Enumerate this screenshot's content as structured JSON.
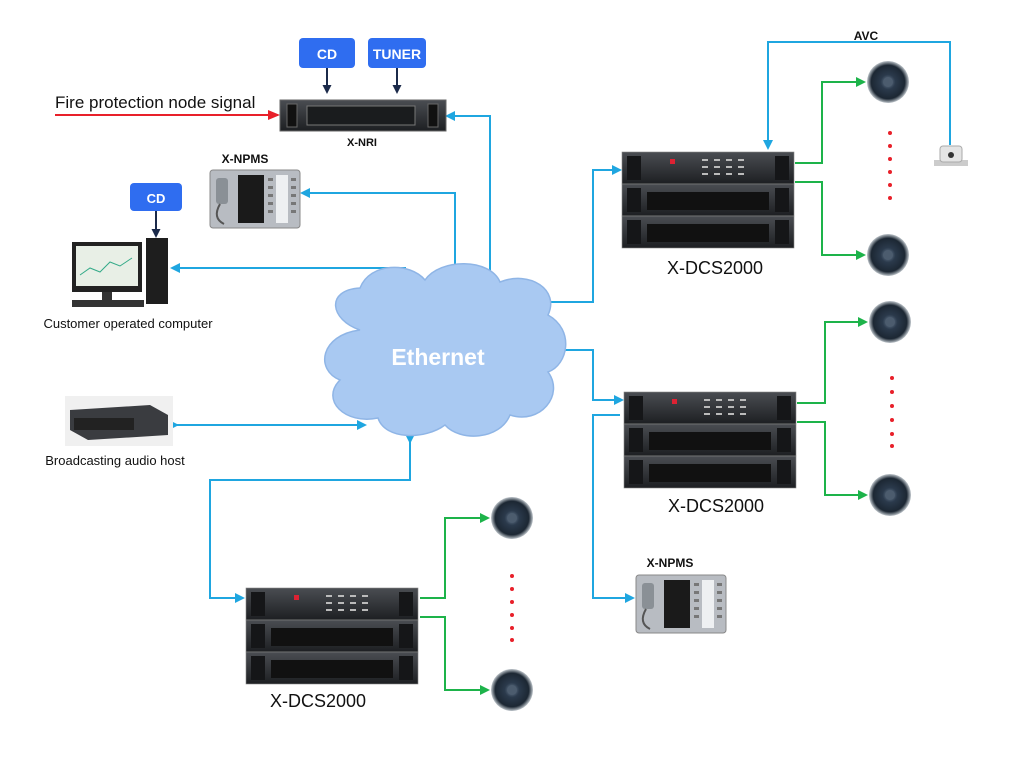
{
  "sources": {
    "cd_top": "CD",
    "tuner": "TUNER",
    "cd_left": "CD"
  },
  "fire_signal": "Fire protection node signal",
  "nri_label": "X-NRI",
  "npms_top_label": "X-NPMS",
  "npms_bottom_label": "X-NPMS",
  "computer_label": "Customer operated computer",
  "audio_host_label": "Broadcasting audio host",
  "cloud_label": "Ethernet",
  "avc_label": "AVC",
  "dcs": {
    "top": "X-DCS2000",
    "middle": "X-DCS2000",
    "bottom": "X-DCS2000"
  },
  "colors": {
    "ethernet": "#1fa6e0",
    "speaker_line": "#1db34a",
    "fire_signal": "#e8202a",
    "source_box": "#2f6df0",
    "cloud": "#a9c9f2"
  }
}
